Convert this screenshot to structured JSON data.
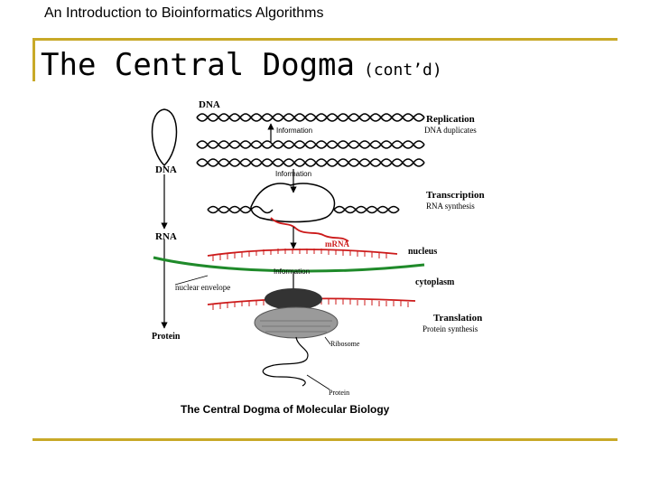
{
  "header": {
    "course_title": "An Introduction to Bioinformatics Algorithms"
  },
  "slide": {
    "title": "The Central Dogma",
    "subtitle": "(cont’d)"
  },
  "diagram": {
    "caption": "The Central Dogma of Molecular Biology",
    "left_labels": {
      "dna_top": "DNA",
      "dna_mid": "DNA",
      "rna": "RNA",
      "nuclear_envelope": "nuclear envelope",
      "protein": "Protein"
    },
    "flow_labels": {
      "information_1": "Information",
      "information_2": "Information",
      "information_3": "Information",
      "mrna": "mRNA",
      "ribosome": "Ribosome",
      "protein_chain": "Protein"
    },
    "right_labels": {
      "replication": "Replication",
      "replication_sub": "DNA duplicates",
      "transcription": "Transcription",
      "transcription_sub": "RNA synthesis",
      "nucleus": "nucleus",
      "cytoplasm": "cytoplasm",
      "translation": "Translation",
      "translation_sub": "Protein synthesis"
    },
    "colors": {
      "mrna": "#cc1a1a",
      "membrane": "#1f8a2a",
      "accent_rule": "#c8a928"
    }
  }
}
